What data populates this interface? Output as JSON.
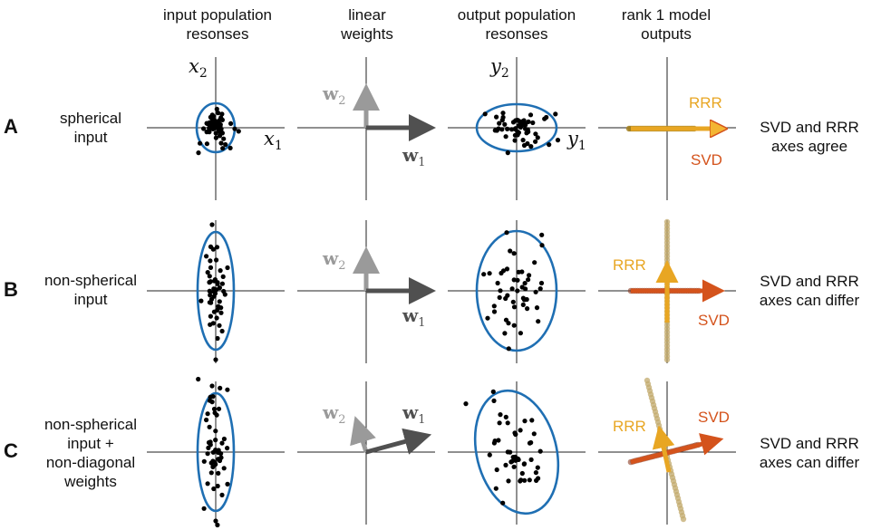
{
  "headers": {
    "input": "input population\nresonses",
    "weights": "linear\nweights",
    "output": "output population\nresonses",
    "model": "rank 1 model\noutputs"
  },
  "axis_labels": {
    "x1": "x",
    "x2": "x",
    "y1": "y",
    "y2": "y",
    "sub1": "1",
    "sub2": "2"
  },
  "weight_labels": {
    "w": "w",
    "sub1": "1",
    "sub2": "2"
  },
  "model_labels": {
    "rrr": "RRR",
    "svd": "SVD"
  },
  "rows": [
    {
      "letter": "A",
      "description": "spherical\ninput",
      "conclusion": "SVD and RRR\naxes agree"
    },
    {
      "letter": "B",
      "description": "non-spherical\ninput",
      "conclusion": "SVD and RRR\naxes can differ"
    },
    {
      "letter": "C",
      "description": "non-spherical\ninput +\nnon-diagonal\nweights",
      "conclusion": "SVD and RRR\naxes can differ"
    }
  ],
  "colors": {
    "ellipse": "#1f6fb3",
    "points": "#000000",
    "axis": "#222222",
    "w1": "#505050",
    "w2": "#9a9a9a",
    "rrr": "#e8a623",
    "rrr_points": "#a27f1e",
    "svd": "#d4531c",
    "svd_points": "#8b3a22",
    "faint_points": "#c2aa6c"
  }
}
